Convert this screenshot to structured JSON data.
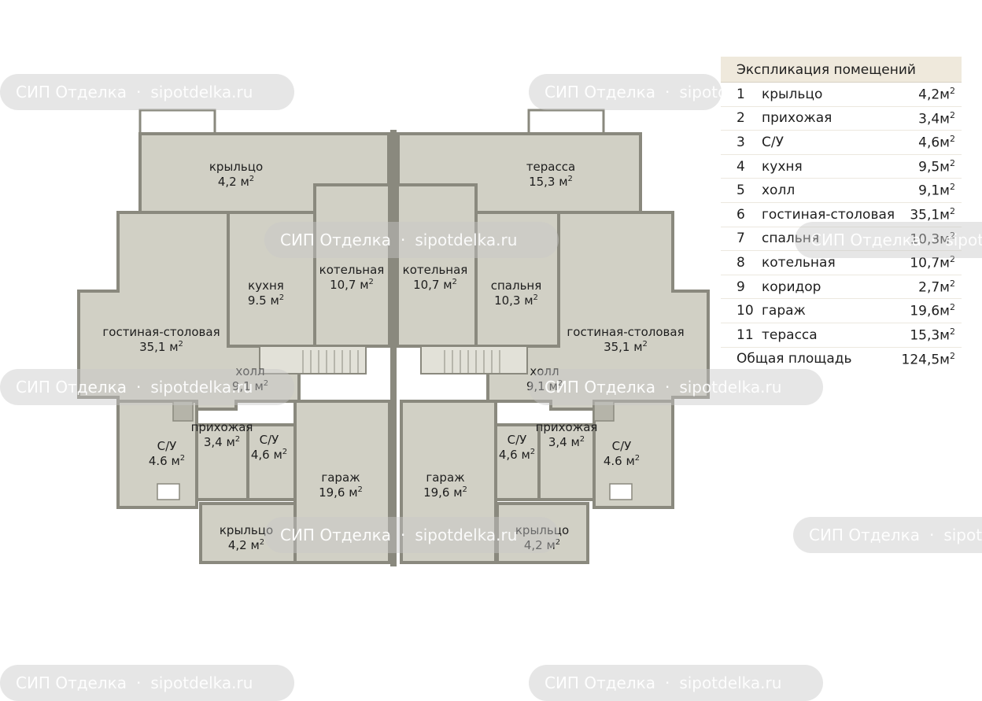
{
  "legend": {
    "title": "Экспликация помещений",
    "rows": [
      {
        "num": "1",
        "name": "крыльцо",
        "area": "4,2м"
      },
      {
        "num": "2",
        "name": "прихожая",
        "area": "3,4м"
      },
      {
        "num": "3",
        "name": "С/У",
        "area": "4,6м"
      },
      {
        "num": "4",
        "name": "кухня",
        "area": "9,5м"
      },
      {
        "num": "5",
        "name": "холл",
        "area": "9,1м"
      },
      {
        "num": "6",
        "name": "гостиная-столовая",
        "area": "35,1м"
      },
      {
        "num": "7",
        "name": "спальня",
        "area": "10,3м"
      },
      {
        "num": "8",
        "name": "котельная",
        "area": "10,7м"
      },
      {
        "num": "9",
        "name": "коридор",
        "area": "2,7м"
      },
      {
        "num": "10",
        "name": "гараж",
        "area": "19,6м"
      },
      {
        "num": "11",
        "name": "терасса",
        "area": "15,3м"
      }
    ],
    "sup": "2",
    "total_label": "Общая площадь",
    "total_area": "124,5м"
  },
  "rooms": {
    "porch_top": {
      "name": "крыльцо",
      "area": "4,2 м"
    },
    "terrace": {
      "name": "терасса",
      "area": "15,3 м"
    },
    "kitchen": {
      "name": "кухня",
      "area": "9.5 м"
    },
    "boiler_left": {
      "name": "котельная",
      "area": "10,7 м"
    },
    "boiler_right": {
      "name": "котельная",
      "area": "10,7 м"
    },
    "bedroom": {
      "name": "спальня",
      "area": "10,3 м"
    },
    "living_left": {
      "name": "гостиная-столовая",
      "area": "35,1 м"
    },
    "living_right": {
      "name": "гостиная-столовая",
      "area": "35,1 м"
    },
    "hall_left": {
      "name": "холл",
      "area": "9,1 м"
    },
    "hall_right": {
      "name": "холл",
      "area": "9,1 м"
    },
    "wc_left_outer": {
      "name": "С/У",
      "area": "4.6 м"
    },
    "wc_left_inner": {
      "name": "С/У",
      "area": "4,6 м"
    },
    "wc_right_inner": {
      "name": "С/У",
      "area": "4,6 м"
    },
    "wc_right_outer": {
      "name": "С/У",
      "area": "4.6 м"
    },
    "entry_left": {
      "name": "прихожая",
      "area": "3,4 м"
    },
    "entry_right": {
      "name": "прихожая",
      "area": "3,4 м"
    },
    "garage_left": {
      "name": "гараж",
      "area": "19,6 м"
    },
    "garage_right": {
      "name": "гараж",
      "area": "19,6 м"
    },
    "porch_left": {
      "name": "крыльцо",
      "area": "4,2 м"
    },
    "porch_right": {
      "name": "крыльцо",
      "area": "4,2 м"
    },
    "sup": "2"
  },
  "watermark": {
    "brand": "СИП Отделка",
    "sep": "·",
    "url": "sipotdelka.ru"
  },
  "colors": {
    "floor": "#d1d0c5",
    "wall": "#8a897e",
    "legend_header": "#efe9dc"
  }
}
